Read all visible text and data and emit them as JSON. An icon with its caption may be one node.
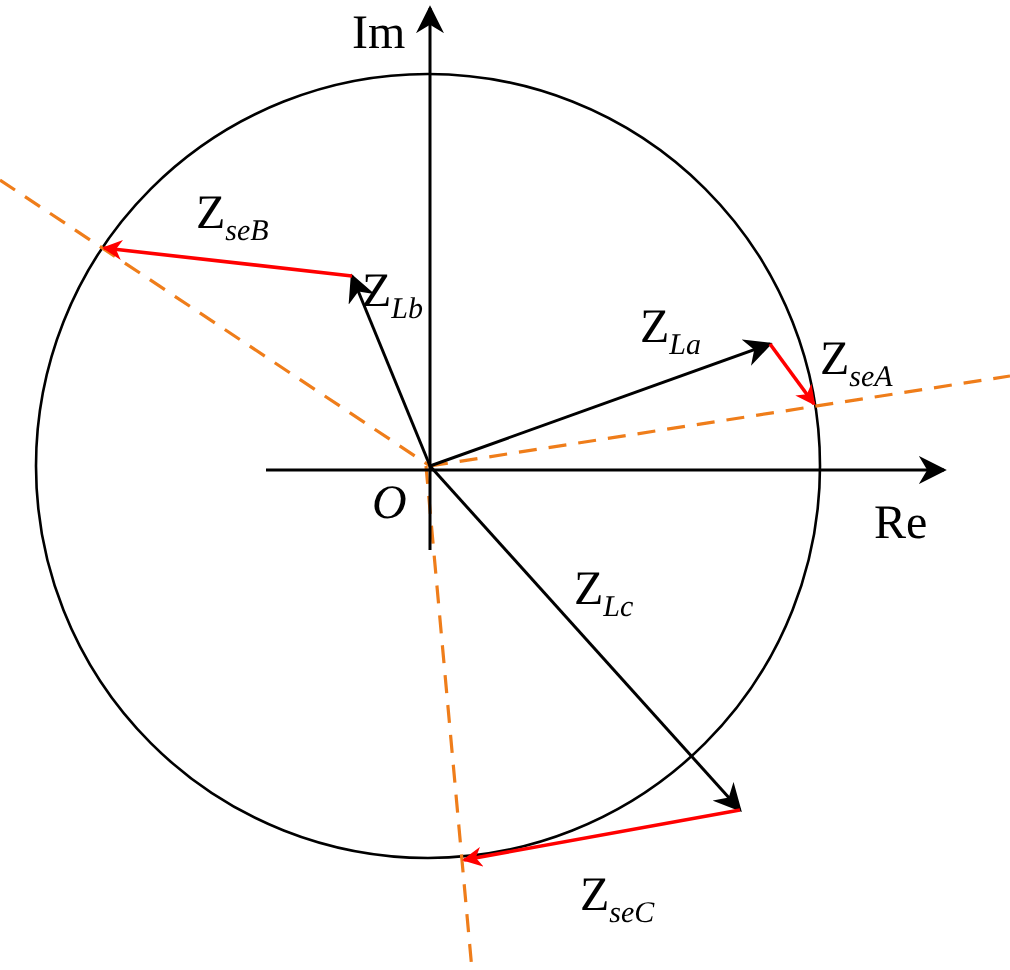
{
  "diagram": {
    "labels": [
      "Im",
      "Z$_{seB}$",
      "Z$_{Lb}$",
      "Z$_{La}$",
      "Z$_{seA}$",
      "O",
      "Re",
      "Z$_{Lc}$",
      "Z$_{seC}$"
    ]
  }
}
